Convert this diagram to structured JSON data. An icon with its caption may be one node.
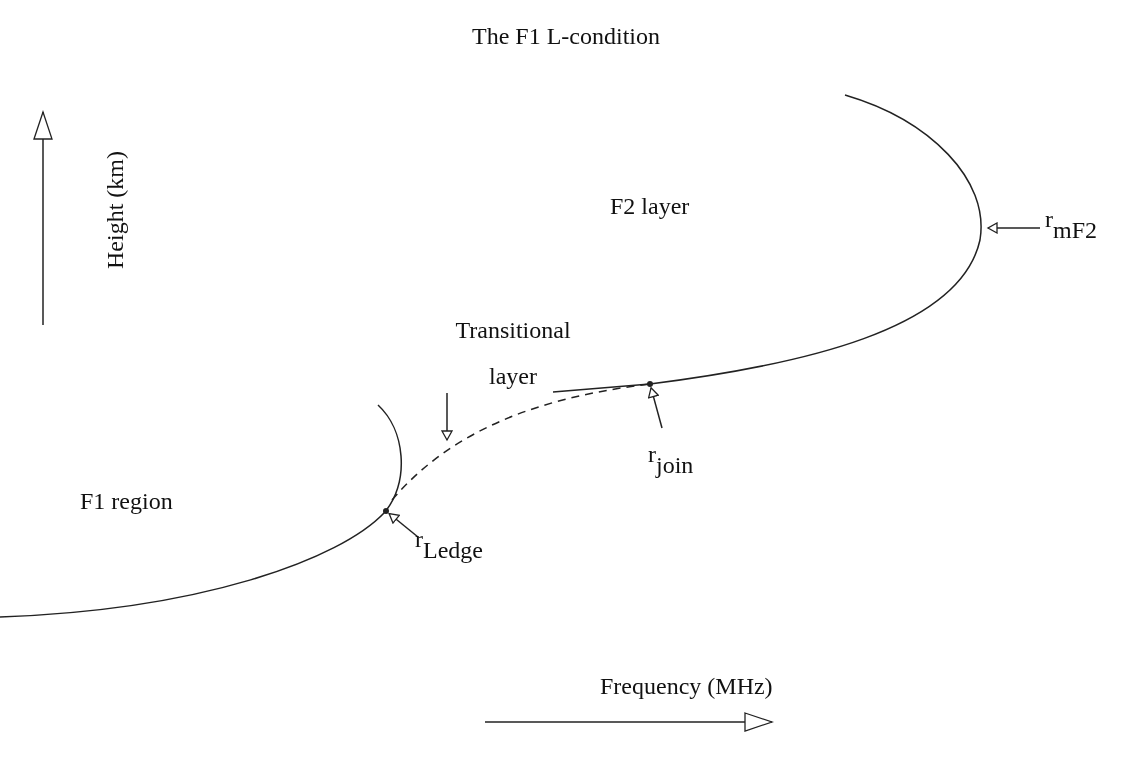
{
  "diagram": {
    "title": "The F1 L-condition",
    "nodes": [
      {
        "text": [
          "r$_{mF2}$"
        ]
      },
      {
        "text": [
          "Transitional layer"
        ]
      },
      {
        "text": [
          "r$_{join}$"
        ]
      },
      {
        "text": [],
        "shape": "circle"
      },
      {
        "text": [
          "r$_{Ledge}$"
        ]
      },
      {
        "text": [],
        "shape": "circle"
      }
    ],
    "edges": [
      {
        "from": 0,
        "to": null,
        "arrow": "to"
      },
      {
        "from": 1,
        "to": null,
        "arrow": "to"
      },
      {
        "from": 2,
        "to": 3,
        "arrow": "to"
      },
      {
        "from": 4,
        "to": 5,
        "arrow": "to"
      }
    ],
    "labels": [
      "Height (km)",
      "F2 layer",
      "F1 region",
      "Frequency (MHz)"
    ]
  }
}
